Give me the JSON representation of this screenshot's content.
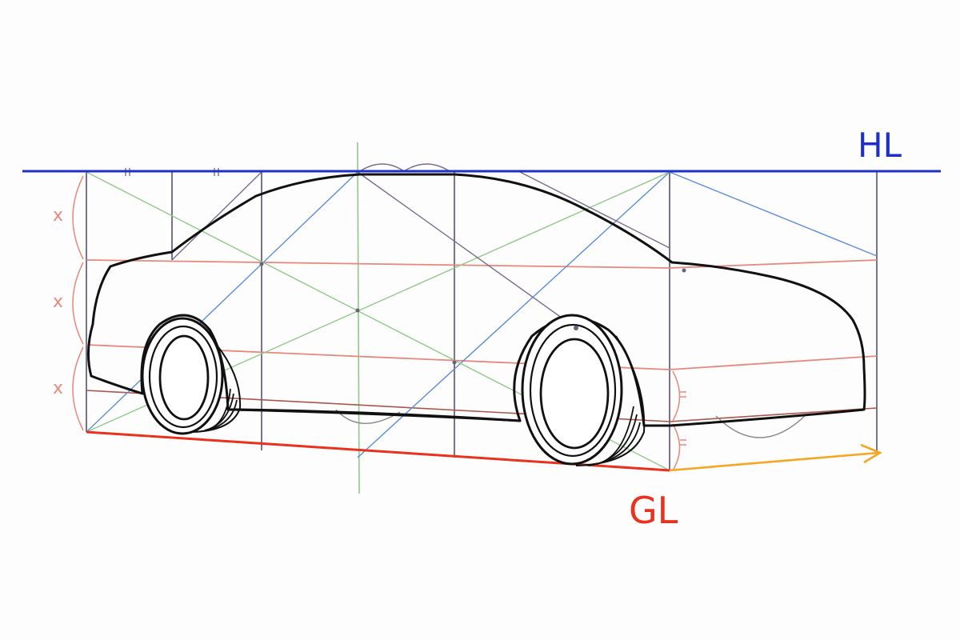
{
  "labels": {
    "horizon_line": "HL",
    "ground_line": "GL",
    "segment_mark_1": "x",
    "segment_mark_2": "x",
    "segment_mark_3": "x"
  },
  "colors": {
    "horizon": "#1f2fc8",
    "ground": "#e8321e",
    "ground_extension": "#f5a623",
    "horizontal_guides": "#e8887c",
    "vertical_guides": "#5a4f6e",
    "diagonal_blue": "#5b8ed6",
    "diagonal_green": "#93c98a",
    "car_outline": "#111111",
    "center_line": "#8fc88a"
  },
  "icons": {
    "ground_arrow": "arrow-right-icon"
  }
}
